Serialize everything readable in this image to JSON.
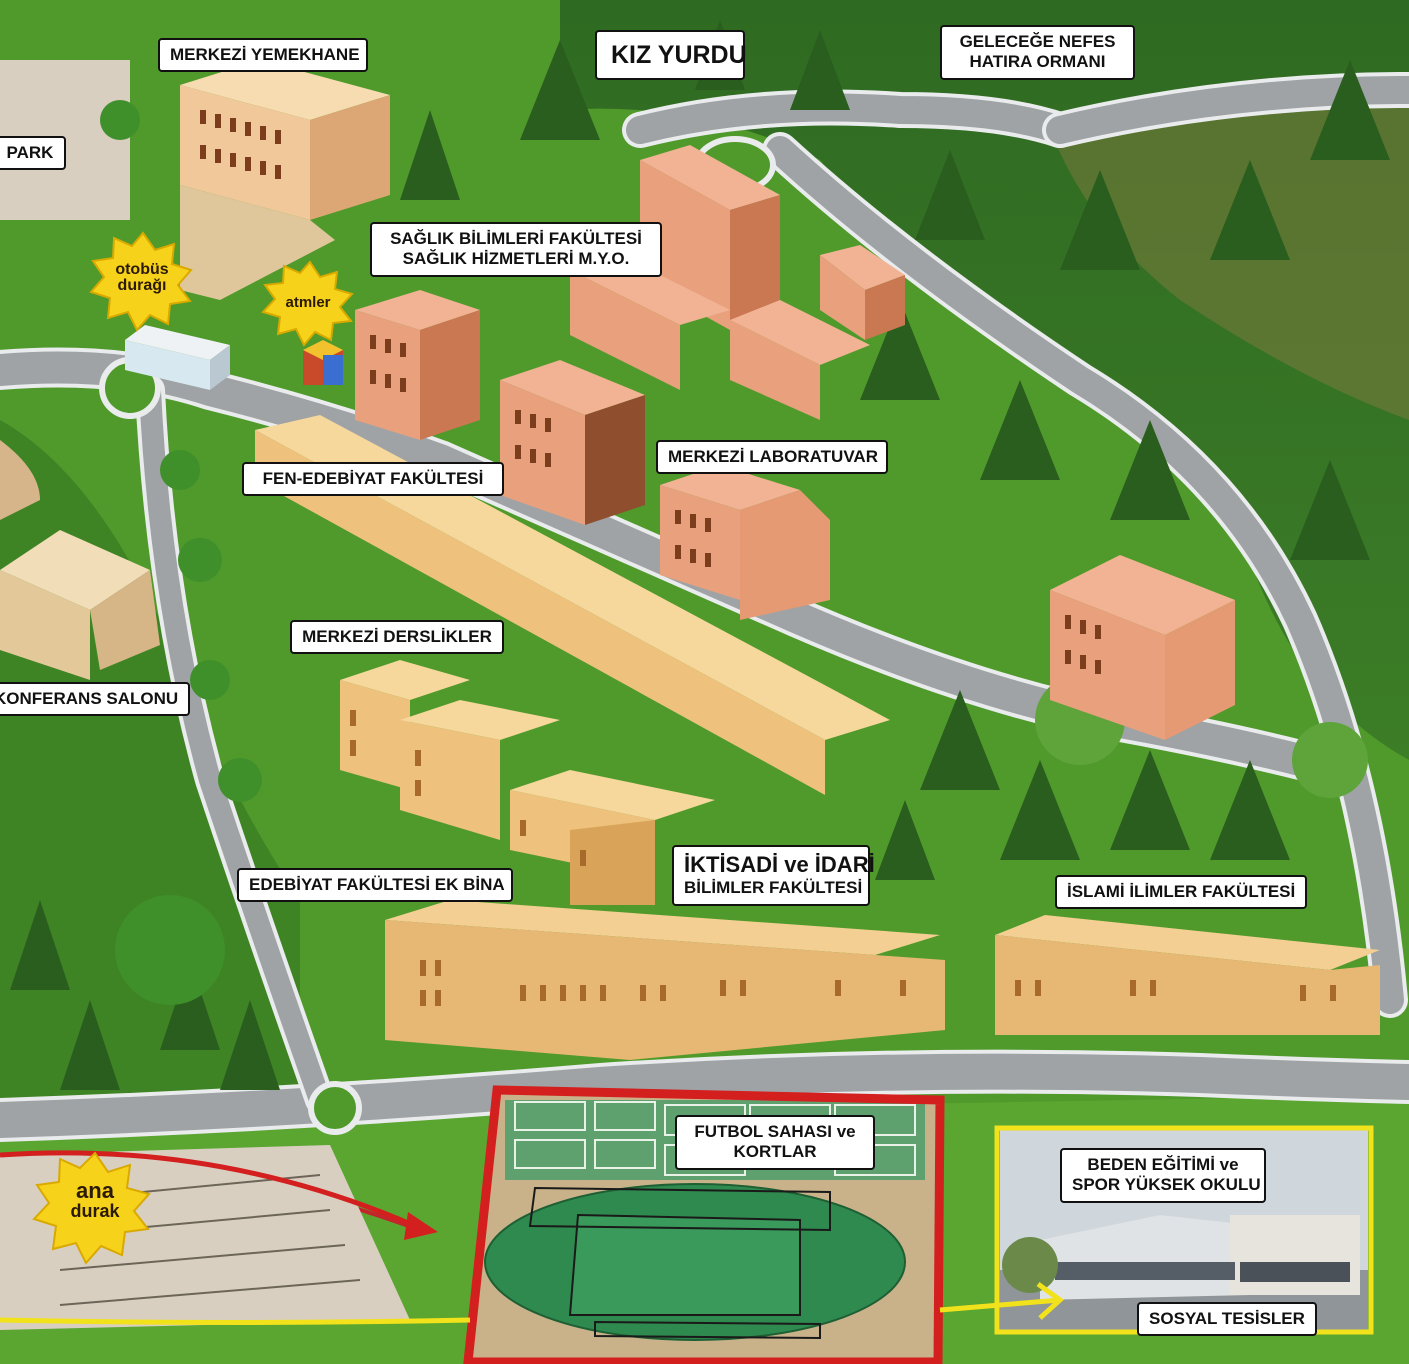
{
  "map": {
    "colors": {
      "grass": "#4f9a2b",
      "grass_light": "#6fb23a",
      "forest_dark": "#2f6a22",
      "road": "#9fa3a6",
      "road_edge": "#e9ebec",
      "building_pink": "#e8a27f",
      "building_beige": "#f0c77e",
      "building_light": "#f4d6a6",
      "burst_yellow": "#f7d21a",
      "highlight_red": "#d41f1f",
      "highlight_yellow": "#f2e21b",
      "field_green": "#2f8a4f"
    },
    "labels": {
      "merkezi_yemekhane": "MERKEZİ YEMEKHANE",
      "kiz_yurdu": "KIZ YURDU",
      "gelecege_nefes": [
        "GELECEĞE NEFES",
        "HATIRA ORMANI"
      ],
      "park": "PARK",
      "saglik": [
        "SAĞLIK BİLİMLERİ FAKÜLTESİ",
        "SAĞLIK HİZMETLERİ M.Y.O."
      ],
      "fen_edebiyat": "FEN-EDEBİYAT FAKÜLTESİ",
      "merkezi_laboratuvar": "MERKEZİ LABORATUVAR",
      "merkezi_derslikler": "MERKEZİ DERSLİKLER",
      "konferans_salonu": "KONFERANS SALONU",
      "edebiyat_ek_bina": "EDEBİYAT FAKÜLTESİ EK BİNA",
      "iktisadi": [
        "İKTİSADİ ve İDARİ",
        "BİLİMLER FAKÜLTESİ"
      ],
      "islami_ilimler": "İSLAMİ İLİMLER FAKÜLTESİ",
      "futbol": [
        "FUTBOL SAHASI ve",
        "KORTLAR"
      ],
      "beden_egitimi": [
        "BEDEN EĞİTİMİ ve",
        "SPOR YÜKSEK OKULU"
      ],
      "sosyal_tesisler": "SOSYAL TESİSLER"
    },
    "bursts": {
      "otobus_duragi": [
        "otobüs",
        "durağı"
      ],
      "atmler": "atmler",
      "ana_durak": [
        "ana",
        "durak"
      ]
    }
  }
}
